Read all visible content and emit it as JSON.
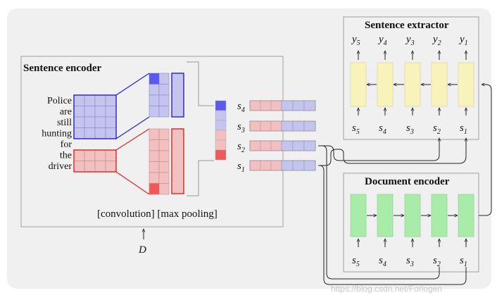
{
  "sentence_encoder": {
    "title": "Sentence encoder",
    "words": [
      "Police",
      "are",
      "still",
      "hunting",
      "for",
      "the",
      "driver"
    ],
    "operations_label": "[convolution] [max pooling]",
    "input_label": "D"
  },
  "sentence_reps": [
    {
      "base": "s",
      "sub": "4"
    },
    {
      "base": "s",
      "sub": "3"
    },
    {
      "base": "s",
      "sub": "2"
    },
    {
      "base": "s",
      "sub": "1"
    }
  ],
  "sentence_extractor": {
    "title": "Sentence extractor",
    "outputs": [
      {
        "base": "y",
        "sub": "5"
      },
      {
        "base": "y",
        "sub": "4"
      },
      {
        "base": "y",
        "sub": "3"
      },
      {
        "base": "y",
        "sub": "2"
      },
      {
        "base": "y",
        "sub": "1"
      }
    ],
    "inputs": [
      {
        "base": "s",
        "sub": "5"
      },
      {
        "base": "s",
        "sub": "4"
      },
      {
        "base": "s",
        "sub": "3"
      },
      {
        "base": "s",
        "sub": "2"
      },
      {
        "base": "s",
        "sub": "1"
      }
    ]
  },
  "document_encoder": {
    "title": "Document encoder",
    "inputs": [
      {
        "base": "s",
        "sub": "5"
      },
      {
        "base": "s",
        "sub": "4"
      },
      {
        "base": "s",
        "sub": "3"
      },
      {
        "base": "s",
        "sub": "2"
      },
      {
        "base": "s",
        "sub": "1"
      }
    ]
  },
  "watermark": "https://blog.csdn.net/Forlogen",
  "colors": {
    "blue_fill": "#c4c4ee",
    "blue_dark": "#5a5aee",
    "blue_line": "#2222cc",
    "red_fill": "#f2c0c0",
    "red_dark": "#ee5a5a",
    "red_line": "#dd2222",
    "yellow_cell": "#f7f3bb",
    "green_cell": "#a9eca9",
    "panel_bg": "#f0f0f0",
    "box_border": "#a0a0a0"
  }
}
